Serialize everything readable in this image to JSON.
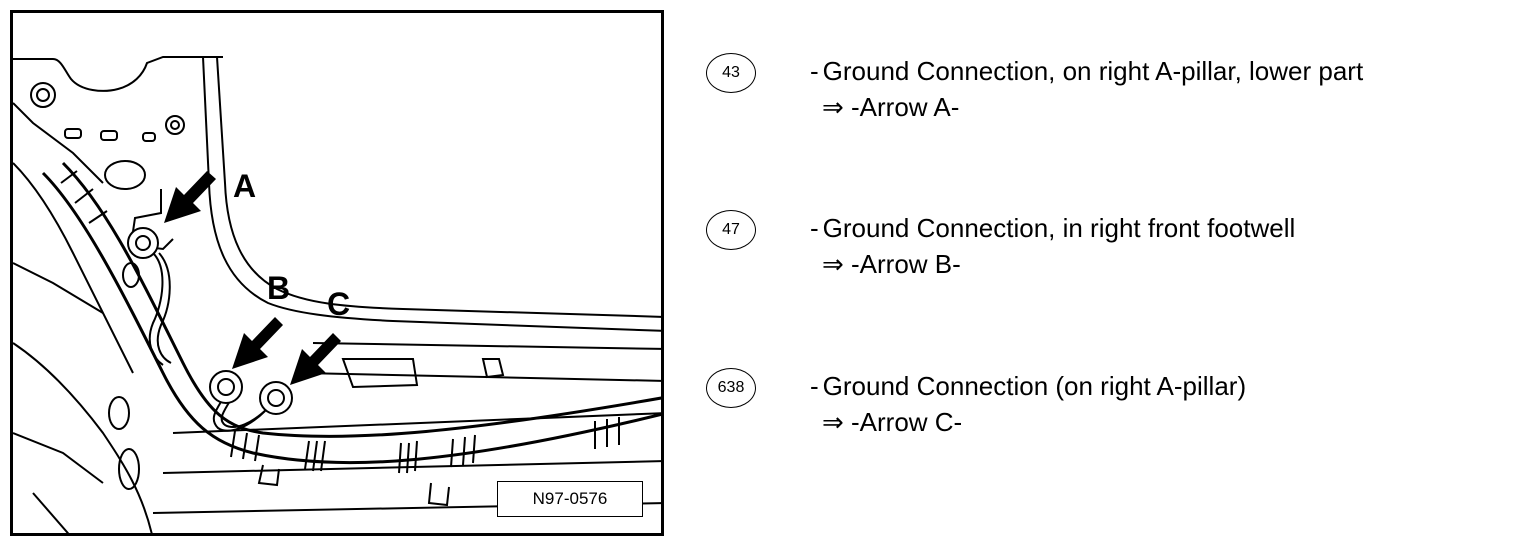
{
  "figure": {
    "figure_id": "N97-0576",
    "arrow_labels": [
      "A",
      "B",
      "C"
    ]
  },
  "legend": [
    {
      "badge": "43",
      "dash": "-",
      "description": "Ground Connection, on right A-pillar, lower part",
      "reference": "⇒ -Arrow A-"
    },
    {
      "badge": "47",
      "dash": "-",
      "description": "Ground Connection, in right front footwell",
      "reference": "⇒ -Arrow B-"
    },
    {
      "badge": "638",
      "dash": "-",
      "description": "Ground Connection (on right A-pillar)",
      "reference": "⇒ -Arrow C-"
    }
  ]
}
